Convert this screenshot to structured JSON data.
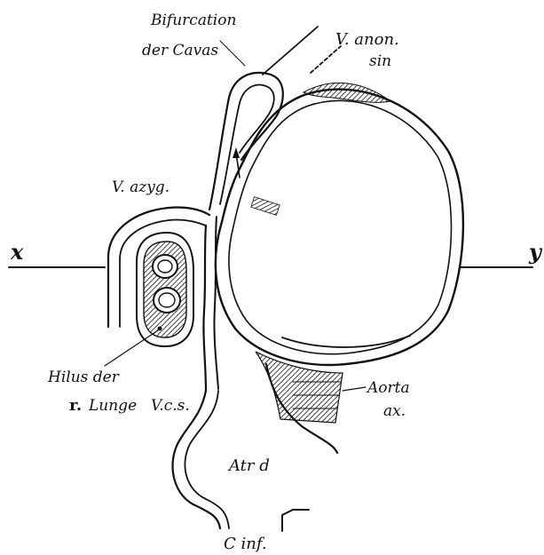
{
  "labels": {
    "bifurcation_line1": "Bifurcation",
    "bifurcation_line2": "der Cavas",
    "v_anon_line1": "V. anon.",
    "v_anon_line2": "sin",
    "v_azyg": "V. azyg.",
    "x": "x",
    "y": "y",
    "hilus_line1": "Hilus der",
    "hilus_r": "r.",
    "hilus_line2": "Lunge",
    "vcs": "V.c.s.",
    "aorta_line1": "Aorta",
    "aorta_line2": "ax.",
    "atr_d": "Atr d",
    "c_inf": "C inf."
  },
  "colors": {
    "ink": "#111111",
    "background": "#ffffff"
  }
}
